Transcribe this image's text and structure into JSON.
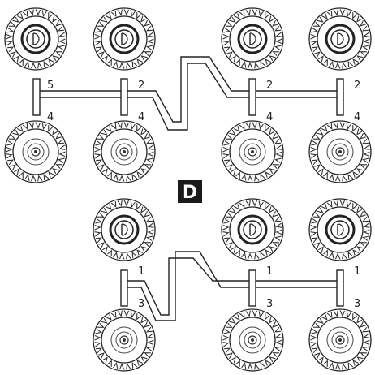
{
  "diagram": {
    "badge": "D",
    "top_group": {
      "axle_labels": [
        {
          "id": "top-left-outer-upper",
          "text": "5"
        },
        {
          "id": "top-left-inner-upper",
          "text": "2"
        },
        {
          "id": "top-right-inner-upper",
          "text": "2"
        },
        {
          "id": "top-right-outer-upper",
          "text": "2"
        },
        {
          "id": "top-left-outer-lower",
          "text": "4"
        },
        {
          "id": "top-left-inner-lower",
          "text": "4"
        },
        {
          "id": "top-right-inner-lower",
          "text": "4"
        },
        {
          "id": "top-right-outer-lower",
          "text": "4"
        }
      ]
    },
    "bottom_group": {
      "axle_labels": [
        {
          "id": "bottom-left-upper",
          "text": "1"
        },
        {
          "id": "bottom-mid-upper",
          "text": "1"
        },
        {
          "id": "bottom-right-upper",
          "text": "1"
        },
        {
          "id": "bottom-left-lower",
          "text": "3"
        },
        {
          "id": "bottom-mid-lower",
          "text": "3"
        },
        {
          "id": "bottom-right-lower",
          "text": "3"
        }
      ]
    }
  }
}
